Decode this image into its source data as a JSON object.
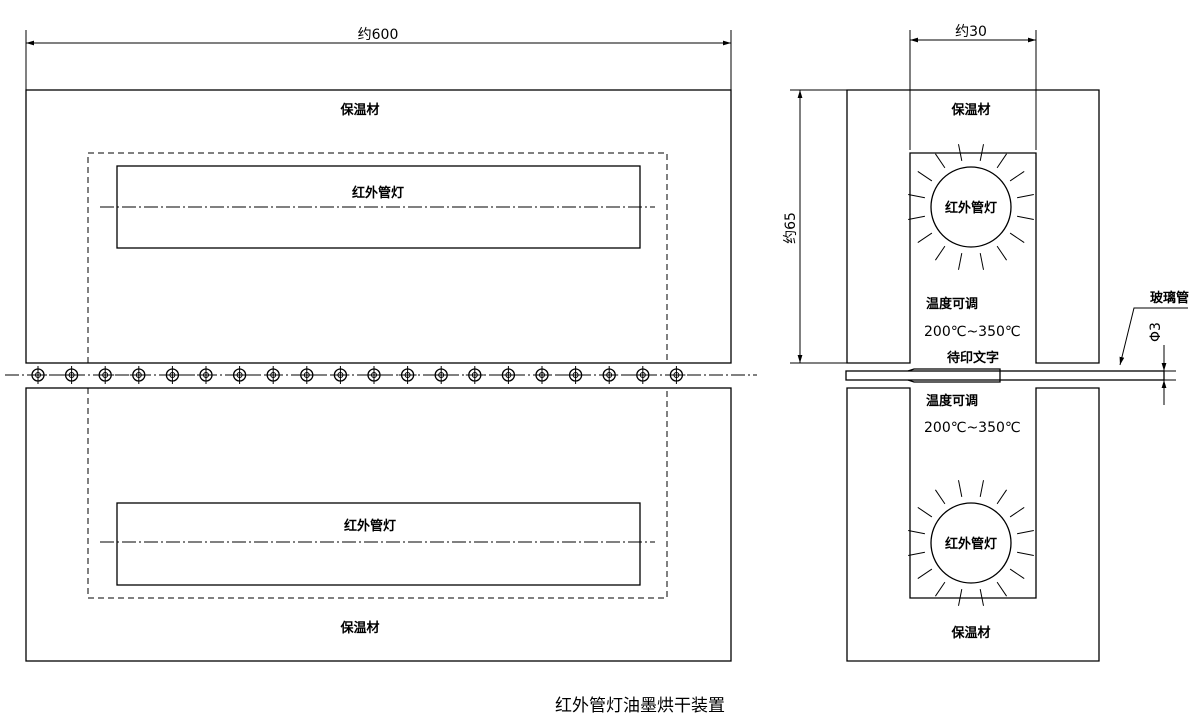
{
  "labels": {
    "insulation": "保温材",
    "ir_lamp": "红外管灯",
    "temp_adjust": "温度可调",
    "temp_range": "200℃~350℃",
    "printed_text": "待印文字",
    "glass_tube": "玻璃管"
  },
  "dimensions": {
    "length": "约600",
    "width": "约30",
    "height": "约65",
    "tube_dia": "Φ3"
  },
  "caption": "红外管灯油墨烘干装置",
  "colors": {
    "line": "#000000",
    "background": "#ffffff"
  }
}
